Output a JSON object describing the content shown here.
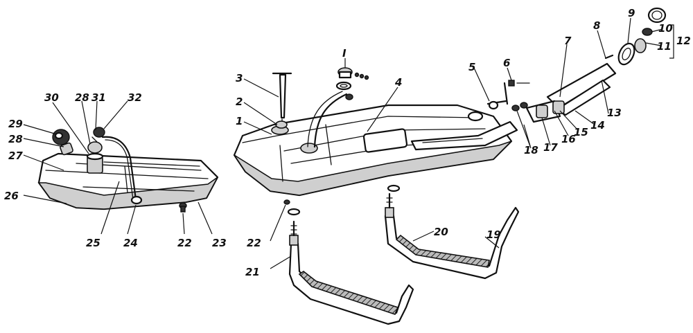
{
  "callouts": [
    {
      "id": "1",
      "label": "1"
    },
    {
      "id": "2",
      "label": "2"
    },
    {
      "id": "3",
      "label": "3"
    },
    {
      "id": "4",
      "label": "4"
    },
    {
      "id": "5",
      "label": "5"
    },
    {
      "id": "6",
      "label": "6"
    },
    {
      "id": "7",
      "label": "7"
    },
    {
      "id": "8",
      "label": "8"
    },
    {
      "id": "9",
      "label": "9"
    },
    {
      "id": "10",
      "label": "10"
    },
    {
      "id": "11",
      "label": "11"
    },
    {
      "id": "12",
      "label": "12"
    },
    {
      "id": "13",
      "label": "13"
    },
    {
      "id": "14",
      "label": "14"
    },
    {
      "id": "15",
      "label": "15"
    },
    {
      "id": "16",
      "label": "16"
    },
    {
      "id": "17",
      "label": "17"
    },
    {
      "id": "18",
      "label": "18"
    },
    {
      "id": "19",
      "label": "19"
    },
    {
      "id": "20",
      "label": "20"
    },
    {
      "id": "21",
      "label": "21"
    },
    {
      "id": "22a",
      "label": "22"
    },
    {
      "id": "22b",
      "label": "22"
    },
    {
      "id": "23",
      "label": "23"
    },
    {
      "id": "24",
      "label": "24"
    },
    {
      "id": "25",
      "label": "25"
    },
    {
      "id": "26",
      "label": "26"
    },
    {
      "id": "27",
      "label": "27"
    },
    {
      "id": "28a",
      "label": "28"
    },
    {
      "id": "28b",
      "label": "28"
    },
    {
      "id": "29",
      "label": "29"
    },
    {
      "id": "30",
      "label": "30"
    },
    {
      "id": "31",
      "label": "31"
    },
    {
      "id": "32",
      "label": "32"
    },
    {
      "id": "I",
      "label": "I"
    }
  ]
}
